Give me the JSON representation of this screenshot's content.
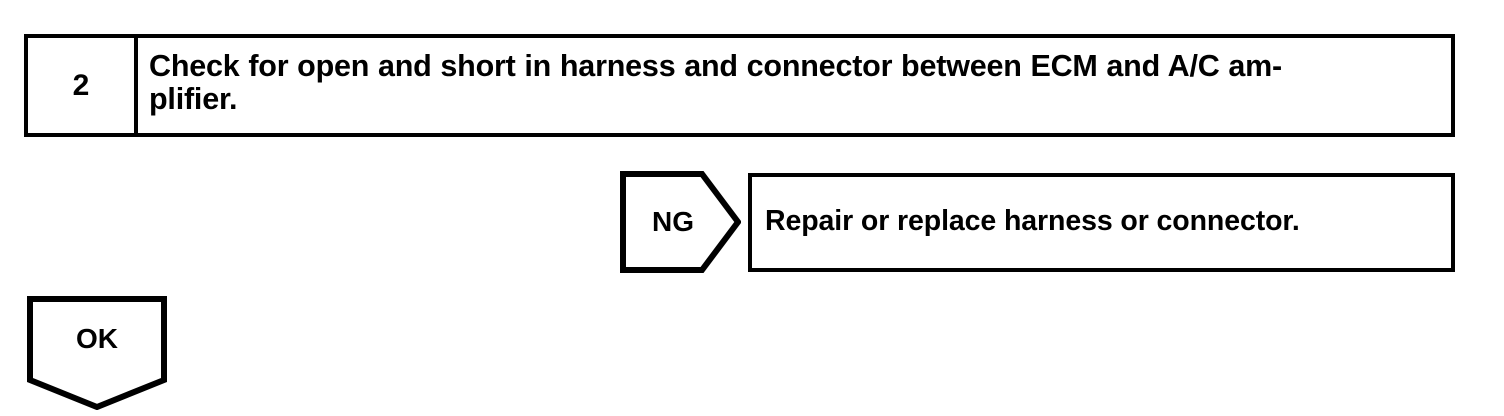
{
  "diagram": {
    "type": "troubleshooting-flowchart",
    "colors": {
      "line": "#000000",
      "background": "#ffffff",
      "text": "#000000"
    },
    "step": {
      "number": "2",
      "instruction": "Check for open and short in harness and connector between ECM and A/C am-\nplifier."
    },
    "branches": [
      {
        "label": "NG",
        "shape": "right-pointing-pentagon",
        "result": "Repair or replace harness or connector."
      },
      {
        "label": "OK",
        "shape": "down-pointing-pentagon",
        "result": ""
      }
    ]
  }
}
